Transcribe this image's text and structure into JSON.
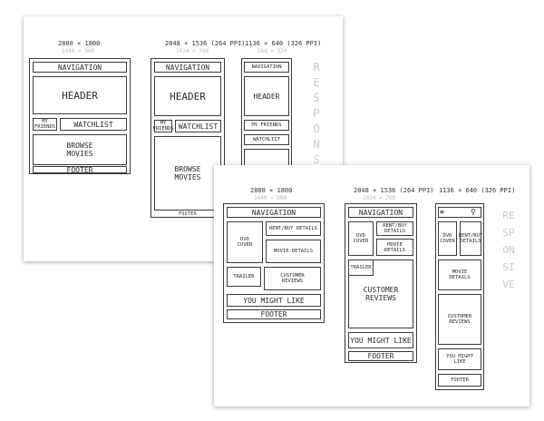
{
  "sheet1": {
    "desktop": {
      "resolution": "2880 × 1800",
      "faint_resolution": "1440 × 900",
      "navigation": "NAVIGATION",
      "header": "HEADER",
      "my_friends": "MY FRIENDS",
      "watchlist": "WATCHLIST",
      "browse_movies": "BROWSE MOVIES",
      "footer": "FOOTER"
    },
    "tablet": {
      "resolution": "2048 × 1536 (264 PPI)",
      "faint_resolution": "1024 × 768",
      "navigation": "NAVIGATION",
      "header": "HEADER",
      "my_friends": "MY FRIENDS",
      "watchlist": "WATCHLIST",
      "browse_movies": "BROWSE MOVIES",
      "footer": "FOOTER"
    },
    "mobile": {
      "resolution": "1136 × 640 (326 PPI)",
      "faint_resolution": "568 × 320",
      "navigation": "NAVIGATION",
      "header": "HEADER",
      "my_friends": "MY FRIENDS",
      "watchlist": "WATCHLIST"
    },
    "vertical_word": "RESPONSIVE"
  },
  "sheet2": {
    "desktop": {
      "resolution": "2880 × 1800",
      "faint_resolution": "1440 × 900",
      "navigation": "NAVIGATION",
      "dvd_cover": "DVD COVER",
      "rent_buy": "RENT/BUY DETAILS",
      "movie_details": "MOVIE DETAILS",
      "trailer": "TRAILER",
      "customer_reviews": "CUSTOMER REVIEWS",
      "you_might_like": "YOU MIGHT LIKE",
      "footer": "FOOTER"
    },
    "tablet": {
      "resolution": "2048 × 1536 (264 PPI)",
      "faint_resolution": "1024 × 768",
      "navigation": "NAVIGATION",
      "dvd_cover": "DVD COVER",
      "rent_buy": "RENT/BUY DETAILS",
      "movie_details": "MOVIE DETAILS",
      "trailer": "TRAILER",
      "customer_reviews": "CUSTOMER REVIEWS",
      "you_might_like": "YOU MIGHT LIKE",
      "footer": "FOOTER"
    },
    "mobile": {
      "resolution": "1136 × 640 (326 PPI)",
      "menu_icon": "≡",
      "search_icon": "⚲",
      "dvd_cover": "DVD COVER",
      "rent_buy": "RENT/BUY DETAILS",
      "movie_details": "MOVIE DETAILS",
      "customer_reviews": "CUSTOMER REVIEWS",
      "you_might_like": "YOU MIGHT LIKE",
      "footer": "FOOTER"
    },
    "vertical_word": "RESPONSIVE"
  }
}
